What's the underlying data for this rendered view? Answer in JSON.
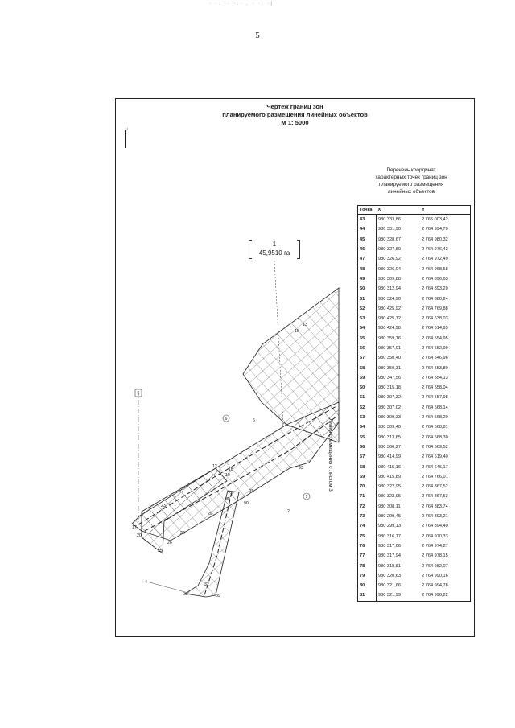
{
  "page": {
    "number": "5"
  },
  "title": {
    "line1": "Чертеж границ зон",
    "line2": "планируемого размещения линейных объектов",
    "scale": "М 1: 5000"
  },
  "area": {
    "number": "1",
    "value": "45,9510 га"
  },
  "side_note": "Линия совмещения с листом 3",
  "coordinates_list": {
    "title_lines": [
      "Перечень координат",
      "характерных точек границ зон",
      "планируемого размещения",
      "линейных объектов"
    ],
    "headers": [
      "Точка",
      "X",
      "Y"
    ],
    "rows": [
      [
        "43",
        "980 333,86",
        "2 765 003,42"
      ],
      [
        "44",
        "980 331,90",
        "2 764 994,70"
      ],
      [
        "45",
        "980 328,67",
        "2 764 980,32"
      ],
      [
        "46",
        "980 327,80",
        "2 764 976,42"
      ],
      [
        "47",
        "980 326,92",
        "2 764 972,49"
      ],
      [
        "48",
        "980 326,04",
        "2 764 968,58"
      ],
      [
        "49",
        "980 309,88",
        "2 764 896,63"
      ],
      [
        "50",
        "980 312,94",
        "2 764 893,29"
      ],
      [
        "51",
        "980 324,90",
        "2 764 880,24"
      ],
      [
        "52",
        "980 425,92",
        "2 764 769,88"
      ],
      [
        "53",
        "980 425,12",
        "2 764 638,03"
      ],
      [
        "54",
        "980 424,98",
        "2 764 614,95"
      ],
      [
        "55",
        "980 359,16",
        "2 764 554,95"
      ],
      [
        "56",
        "980 357,01",
        "2 764 552,99"
      ],
      [
        "57",
        "980 350,40",
        "2 764 546,96"
      ],
      [
        "58",
        "980 350,31",
        "2 764 553,80"
      ],
      [
        "59",
        "980 347,56",
        "2 764 554,13"
      ],
      [
        "60",
        "980 315,18",
        "2 764 558,04"
      ],
      [
        "61",
        "980 307,32",
        "2 764 557,98"
      ],
      [
        "62",
        "980 307,02",
        "2 764 568,14"
      ],
      [
        "63",
        "980 309,33",
        "2 764 568,20"
      ],
      [
        "64",
        "980 309,40",
        "2 764 568,81"
      ],
      [
        "65",
        "980 313,65",
        "2 764 568,30"
      ],
      [
        "66",
        "980 360,27",
        "2 764 569,52"
      ],
      [
        "67",
        "980 414,99",
        "2 764 619,40"
      ],
      [
        "68",
        "980 415,16",
        "2 764 646,17"
      ],
      [
        "69",
        "980 415,89",
        "2 764 766,01"
      ],
      [
        "70",
        "980 322,95",
        "2 764 867,52"
      ],
      [
        "71",
        "980 322,95",
        "2 764 867,53"
      ],
      [
        "72",
        "980 308,11",
        "2 764 883,74"
      ],
      [
        "73",
        "980 299,45",
        "2 764 893,21"
      ],
      [
        "74",
        "980 299,13",
        "2 764 894,40"
      ],
      [
        "75",
        "980 316,17",
        "2 764 970,33"
      ],
      [
        "76",
        "980 317,06",
        "2 764 974,27"
      ],
      [
        "77",
        "980 317,94",
        "2 764 978,15"
      ],
      [
        "78",
        "980 318,81",
        "2 764 982,07"
      ],
      [
        "79",
        "980 320,63",
        "2 764 990,16"
      ],
      [
        "80",
        "980 321,66",
        "2 764 994,78"
      ],
      [
        "81",
        "980 321,99",
        "2 764 996,22"
      ]
    ]
  },
  "map_labels": {
    "p13": "13",
    "p15": "15",
    "p7": "7",
    "p93": "93",
    "p12": "12",
    "p18": "18",
    "p10": "10",
    "p91": "91",
    "p90": "90",
    "p30": "30",
    "p29": "29",
    "p23": "23",
    "p17": "17",
    "p20": "20",
    "p28": "28",
    "p26": "26",
    "p25": "25",
    "p32": "32",
    "p89": "89",
    "p33": "33",
    "z4": "4",
    "z6": "6",
    "z2": "2",
    "c1": "1",
    "c6": "6",
    "c5": "5"
  },
  "colors": {
    "ink": "#222222",
    "paper": "#ffffff"
  }
}
